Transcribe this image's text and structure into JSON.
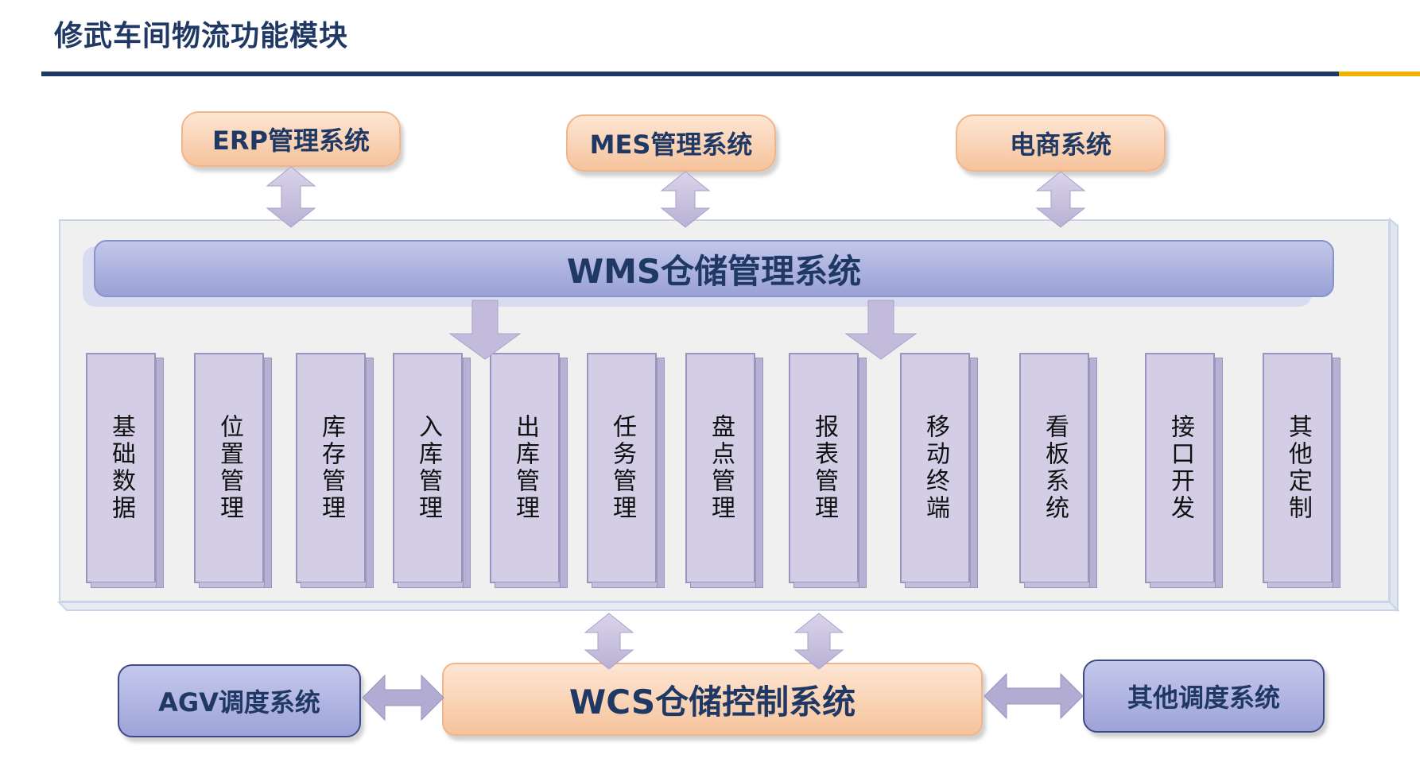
{
  "title": "修武车间物流功能模块",
  "top_systems": {
    "erp": "ERP管理系统",
    "mes": "MES管理系统",
    "ecommerce": "电商系统"
  },
  "wms": "WMS仓储管理系统",
  "modules": [
    "基础数据",
    "位置管理",
    "库存管理",
    "入库管理",
    "出库管理",
    "任务管理",
    "盘点管理",
    "报表管理",
    "移动终端",
    "看板系统",
    "接口开发",
    "其他定制"
  ],
  "bottom_systems": {
    "agv": "AGV调度系统",
    "wcs": "WCS仓储控制系统",
    "other": "其他调度系统"
  },
  "colors": {
    "title": "#1f3864",
    "orange_fill": "#f6c39c",
    "purple_fill": "#9ea3d8",
    "module_fill": "#d3cee6",
    "arrow_fill": "#c8c1de",
    "accent_rule": "#f0b400"
  }
}
